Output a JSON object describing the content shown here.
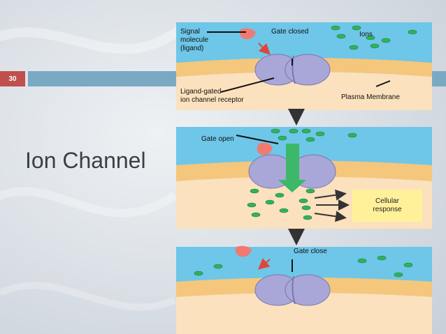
{
  "slide": {
    "number": "30",
    "title": "Ion Channel"
  },
  "diagram": {
    "labels": {
      "signal_molecule": "Signal\nmolecule\n(ligand)",
      "gate_closed": "Gate closed",
      "ions": "Ions",
      "receptor": "Ligand-gated\nion channel receptor",
      "plasma_membrane": "Plasma Membrane",
      "gate_open": "Gate open",
      "cellular_response": "Cellular\nresponse",
      "gate_close": "Gate close"
    },
    "colors": {
      "extracellular": "#6ec6e8",
      "membrane": "#f5c77c",
      "cytoplasm": "#fbe1bd",
      "protein": "#a9a6d8",
      "ligand": "#f07a72",
      "ion": "#2fb35a",
      "arrow_green": "#3cb868",
      "response_box": "#fff19a",
      "slide_number_bg": "#c0504d",
      "top_bar": "#7aa9c4"
    }
  }
}
